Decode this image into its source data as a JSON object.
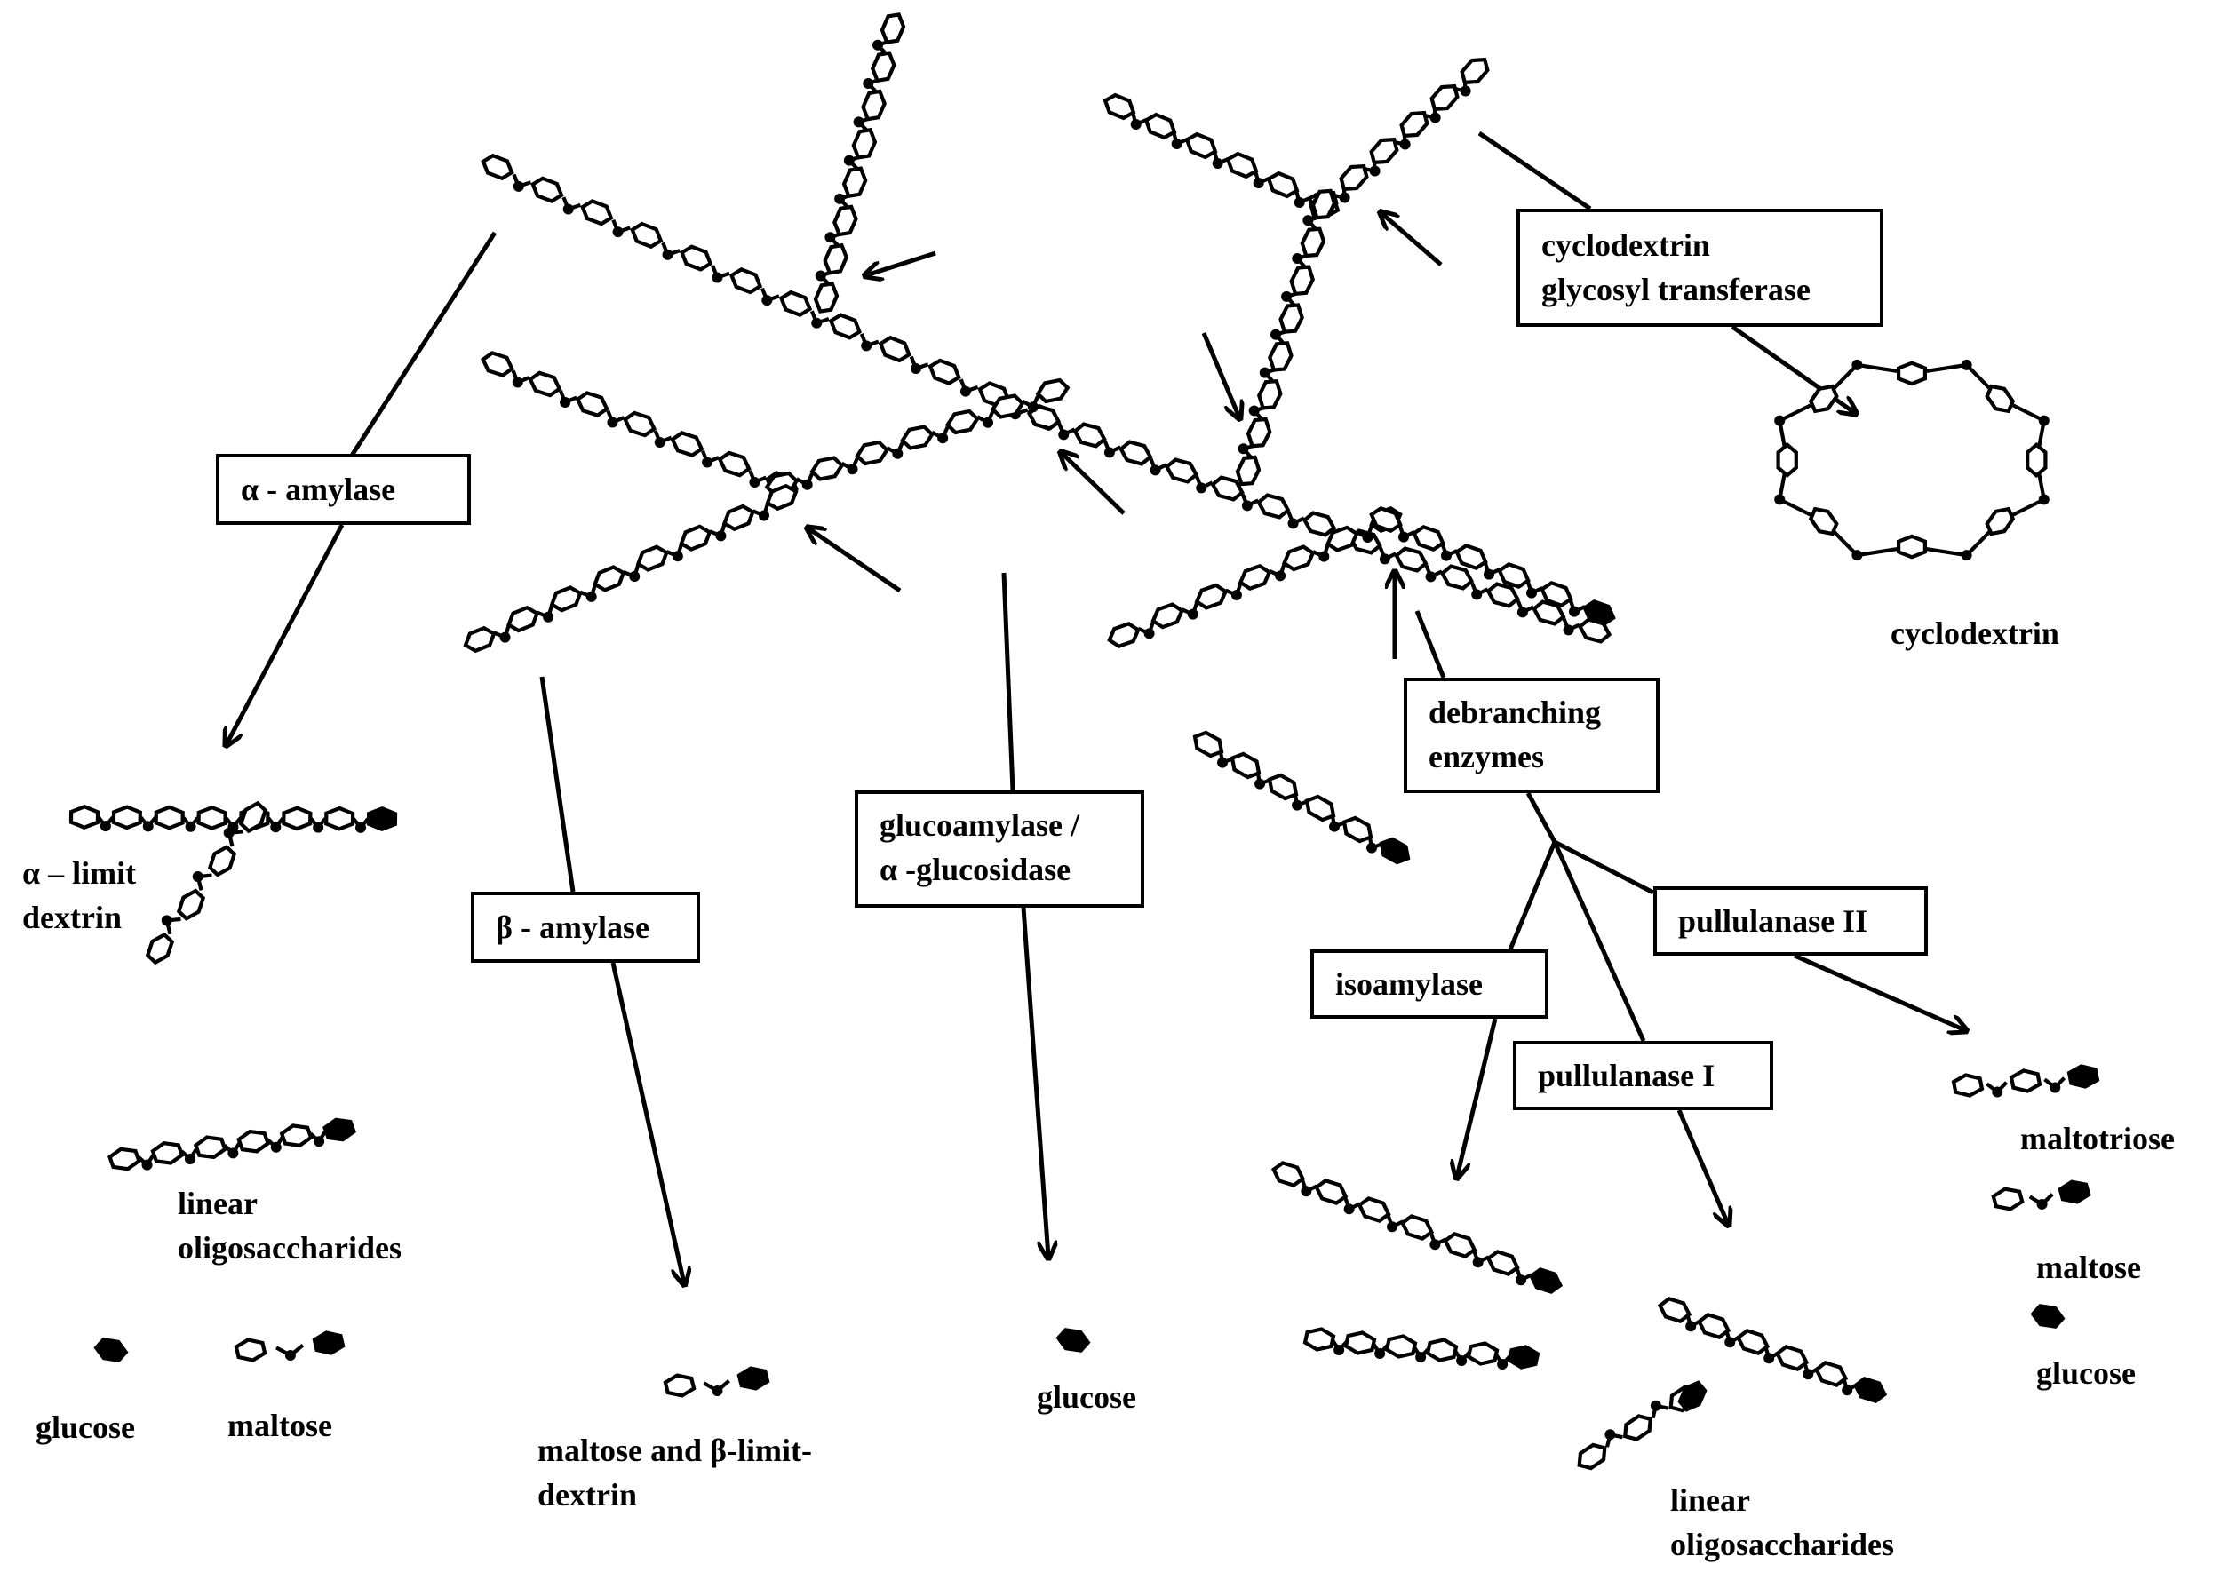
{
  "enzymes": {
    "alpha_amylase": "α - amylase",
    "beta_amylase": "β - amylase",
    "glucoamylase": [
      "glucoamylase /",
      "α -glucosidase"
    ],
    "cgtase": [
      "cyclodextrin",
      "glycosyl transferase"
    ],
    "debranching": [
      "debranching",
      "enzymes"
    ],
    "isoamylase": "isoamylase",
    "pullulanase_1": "pullulanase I",
    "pullulanase_2": "pullulanase II"
  },
  "products": {
    "alpha_limit_dextrin": [
      "α – limit",
      "dextrin"
    ],
    "linear_oligos_left": [
      "linear",
      "oligosaccharides"
    ],
    "glucose_left": "glucose",
    "maltose_left": "maltose",
    "beta_products": [
      "maltose and β-limit-",
      "dextrin"
    ],
    "glucose_center": "glucose",
    "cyclodextrin": "cyclodextrin",
    "linear_oligos_right": [
      "linear",
      "oligosaccharides"
    ],
    "maltotriose": "maltotriose",
    "maltose_right": "maltose",
    "glucose_right": "glucose"
  }
}
